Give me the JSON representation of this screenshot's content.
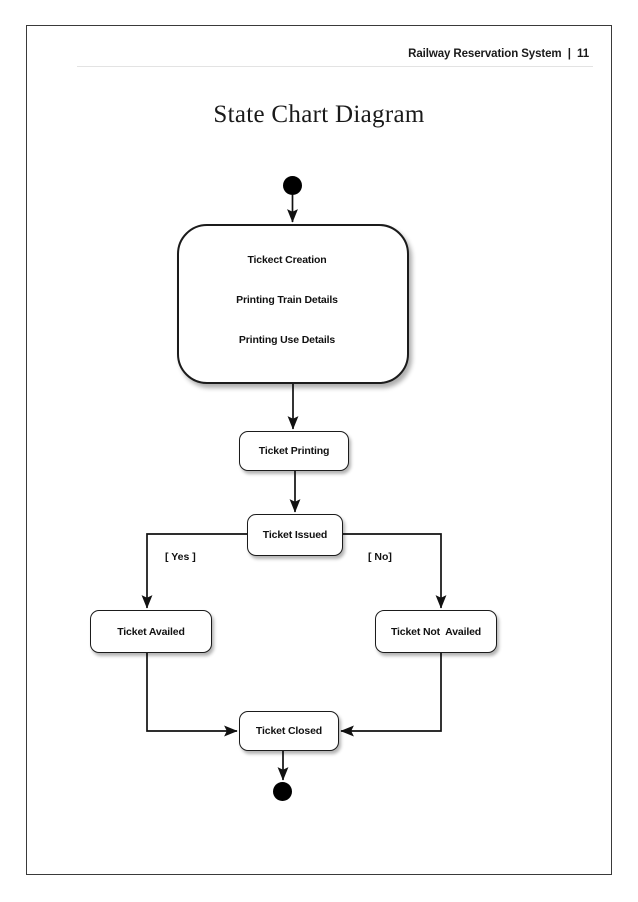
{
  "page": {
    "header_text": "Railway Reservation System  |  11",
    "title": "State Chart Diagram"
  },
  "diagram": {
    "type": "state-chart",
    "nodes": {
      "composite": {
        "lines": [
          "Tickect Creation",
          "Printing Train Details",
          "Printing Use Details"
        ]
      },
      "ticket_printing": "Ticket Printing",
      "ticket_issued": "Ticket Issued",
      "ticket_availed": "Ticket Availed",
      "ticket_not_availed": "Ticket Not  Availed",
      "ticket_closed": "Ticket Closed"
    },
    "guards": {
      "yes": "[ Yes ]",
      "no": "[ No]"
    },
    "pseudostates": {
      "initial": "initial-state",
      "final": "final-state"
    },
    "colors": {
      "stroke": "#1b1b1b",
      "fill": "#ffffff",
      "text": "#111111",
      "page_border": "#3a3a3a",
      "header_rule": "#e3e3e3"
    }
  }
}
